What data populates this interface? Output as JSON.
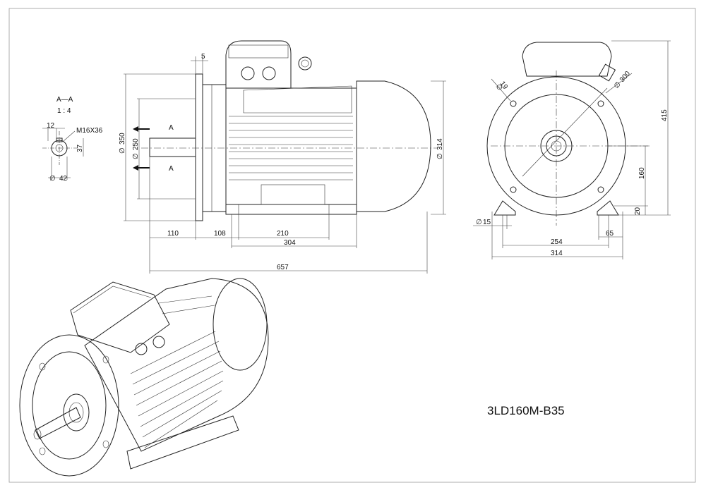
{
  "drawing": {
    "model": "3LD160M-B35",
    "section": {
      "label": "A—A",
      "scale": "1 : 4"
    },
    "shaft": {
      "key_width": "12",
      "thread": "M16X36",
      "key_depth": "37",
      "diameter": "42"
    },
    "side_view": {
      "flange_outer": "350",
      "spigot": "250",
      "flange_thickness": "5",
      "frame_diameter": "314",
      "section_mark_top": "A",
      "section_mark_bottom": "A",
      "shaft_length": "110",
      "flange_to_foot": "108",
      "foot_holes": "210",
      "foot_length": "304",
      "overall_length": "657"
    },
    "front_view": {
      "flange_hole": "19",
      "pcd": "300",
      "overall_height": "415",
      "shaft_height": "160",
      "foot_thickness": "20",
      "foot_hole": "15",
      "foot_holes_pitch": "254",
      "foot_width": "65",
      "total_width": "314"
    }
  }
}
